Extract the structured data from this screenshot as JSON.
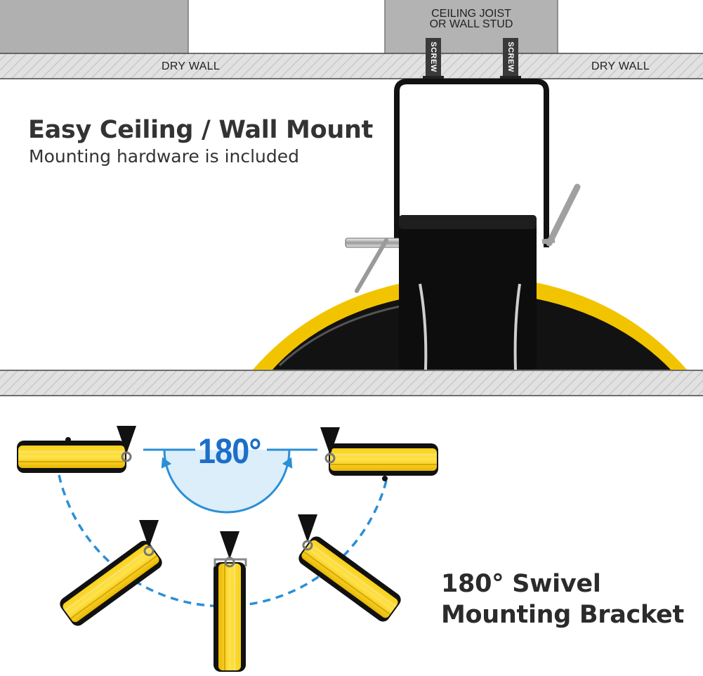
{
  "labels": {
    "dry_wall_left": "DRY WALL",
    "dry_wall_right": "DRY WALL",
    "joist_line1": "CEILING JOIST",
    "joist_line2": "OR WALL STUD",
    "screw_left": "SCREW",
    "screw_right": "SCREW"
  },
  "headline": {
    "title": "Easy Ceiling / Wall Mount",
    "subtitle": "Mounting hardware is included"
  },
  "swivel": {
    "angle_label": "180°",
    "title_line1": "180° Swivel",
    "title_line2": "Mounting Bracket"
  },
  "colors": {
    "reel_yellow": "#f2c400",
    "reel_black": "#111111",
    "drywall_gray": "#dcdcdc",
    "joist_gray": "#b3b3b3",
    "arc_blue": "#2a8fd6",
    "angle_fill": "#dbeefa"
  }
}
